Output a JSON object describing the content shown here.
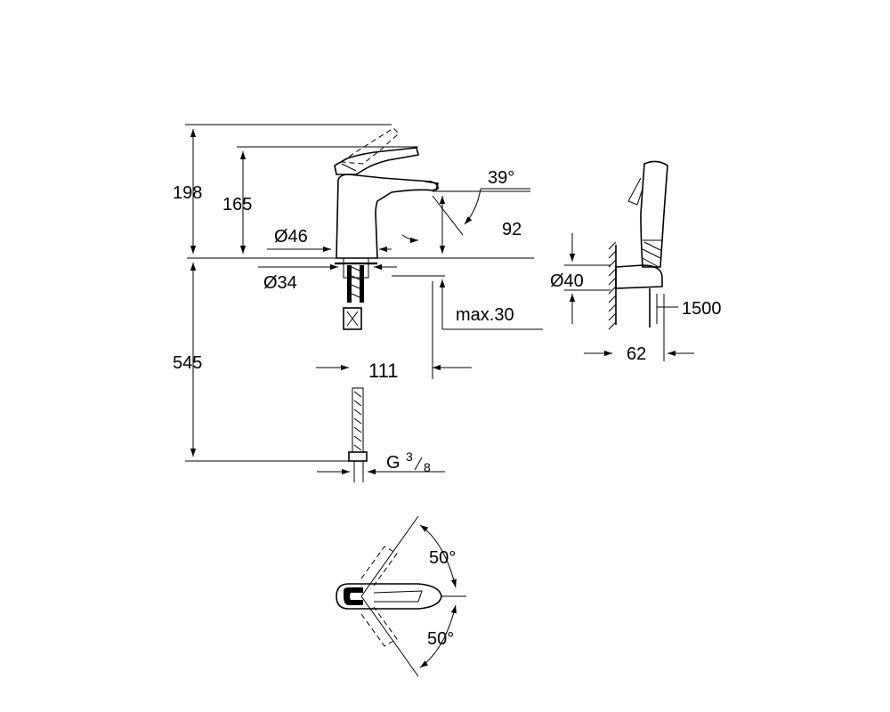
{
  "dimensions": {
    "height_total": "198",
    "height_spout": "165",
    "angle_spout": "39°",
    "height_outlet": "92",
    "diameter_body": "Ø46",
    "diameter_hole": "Ø34",
    "max_deck": "max.30",
    "height_below": "545",
    "projection": "111",
    "thread_g": "G",
    "thread_num": "3",
    "thread_den": "8",
    "holder_diameter": "Ø40",
    "hose_length": "1500",
    "holder_depth": "62",
    "swing_upper": "50°",
    "swing_lower": "50°"
  }
}
